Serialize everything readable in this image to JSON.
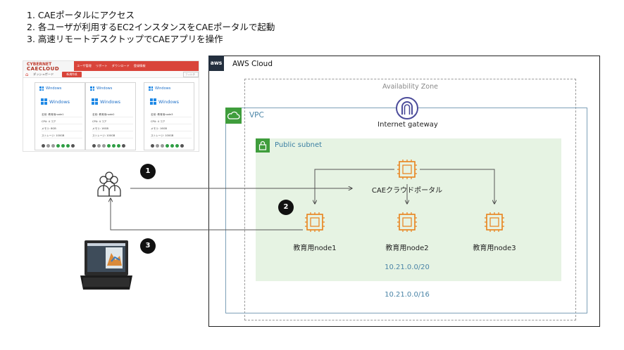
{
  "steps": [
    "1. CAEポータルにアクセス",
    "2. 各ユーザが利用するEC2インスタンスをCAEポータルで起動",
    "3. 高速リモートデスクトップでCAEアプリを操作"
  ],
  "portal": {
    "logo_top": "CYBERNET",
    "logo_sub": "CAECLOUD",
    "nav": [
      "ユーザ管理",
      "リポート",
      "ダウンロード",
      "登録情報"
    ],
    "bar_label": "ダッシュボード",
    "bar_button": "新規作成",
    "search_placeholder": "フィルタ",
    "cards": [
      {
        "os_small": "Windows",
        "os_big": "Windows",
        "name": "名前: 教育用node1",
        "cpu": "CPU: 4 コア",
        "mem": "メモリ: 8GB",
        "storage": "ストレージ: 100GB"
      },
      {
        "os_small": "Windows",
        "os_big": "Windows",
        "name": "名前: 教育用node2",
        "cpu": "CPU: 4 コア",
        "mem": "メモリ: 16GB",
        "storage": "ストレージ: 100GB"
      },
      {
        "os_small": "Windows",
        "os_big": "Windows",
        "name": "名前: 教育用node3",
        "cpu": "CPU: 4 コア",
        "mem": "メモリ: 16GB",
        "storage": "ストレージ: 100GB"
      }
    ]
  },
  "aws": {
    "logo": "aws",
    "cloud_label": "AWS Cloud",
    "az_label": "Availability Zone",
    "vpc_label": "VPC",
    "subnet_label": "Public subnet",
    "internet_gateway": "Internet gateway",
    "portal_instance": "CAEクラウドポータル",
    "nodes": [
      "教育用node1",
      "教育用node2",
      "教育用node3"
    ],
    "subnet_cidr": "10.21.0.0/20",
    "vpc_cidr": "10.21.0.0/16"
  },
  "badges": [
    "1",
    "2",
    "3"
  ],
  "colors": {
    "ec2_orange": "#e8811a",
    "aws_dark": "#232f3e",
    "vpc_green": "#3f9d3c",
    "subnet_fill": "#e6f3e3",
    "vpc_border": "#7da0b8",
    "portal_red": "#d9443a"
  }
}
